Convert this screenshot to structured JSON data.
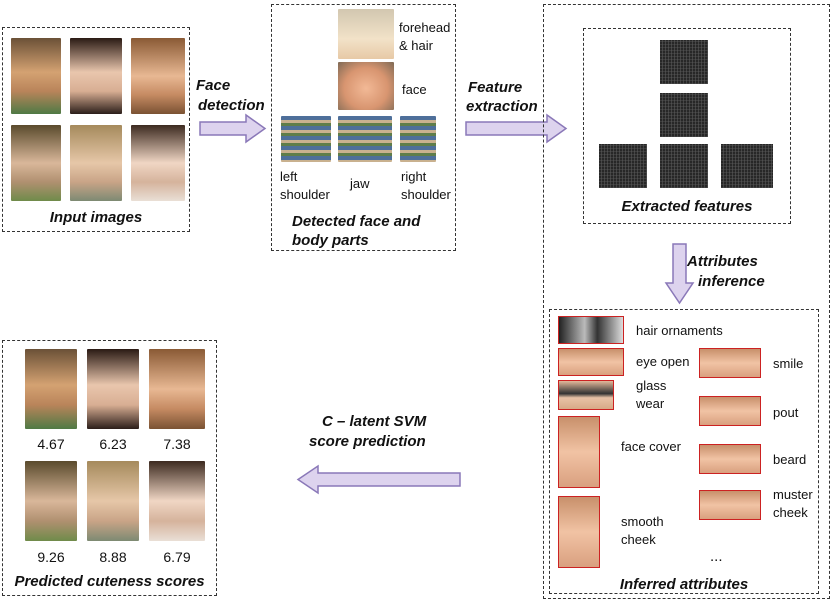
{
  "input": {
    "title": "Input images"
  },
  "steps": {
    "face_detection_1": "Face",
    "face_detection_2": "detection",
    "feature_extraction_1": "Feature",
    "feature_extraction_2": "extraction",
    "attributes_inference_1": "Attributes",
    "attributes_inference_2": "inference",
    "score_prediction_1": "C – latent SVM",
    "score_prediction_2": "score prediction"
  },
  "detected": {
    "title_1": "Detected face and",
    "title_2": "body parts",
    "forehead_1": "forehead",
    "forehead_2": "& hair",
    "face": "face",
    "left_1": "left",
    "left_2": "shoulder",
    "jaw": "jaw",
    "right_1": "right",
    "right_2": "shoulder"
  },
  "features": {
    "title": "Extracted features"
  },
  "attributes": {
    "title": "Inferred attributes",
    "hair_ornaments": "hair ornaments",
    "eye_open": "eye open",
    "glass_1": "glass",
    "glass_2": "wear",
    "face_cover": "face cover",
    "smooth_1": "smooth",
    "smooth_2": "cheek",
    "smile": "smile",
    "pout": "pout",
    "beard": "beard",
    "muster_1": "muster",
    "muster_2": "cheek",
    "ellipsis": "..."
  },
  "scores": {
    "title": "Predicted cuteness scores",
    "values": [
      "4.67",
      "6.23",
      "7.38",
      "9.26",
      "8.88",
      "6.79"
    ]
  },
  "colors": {
    "arrow_fill": "#ddd3ee",
    "arrow_stroke": "#8a78b8",
    "attr_border": "#cc2222"
  }
}
